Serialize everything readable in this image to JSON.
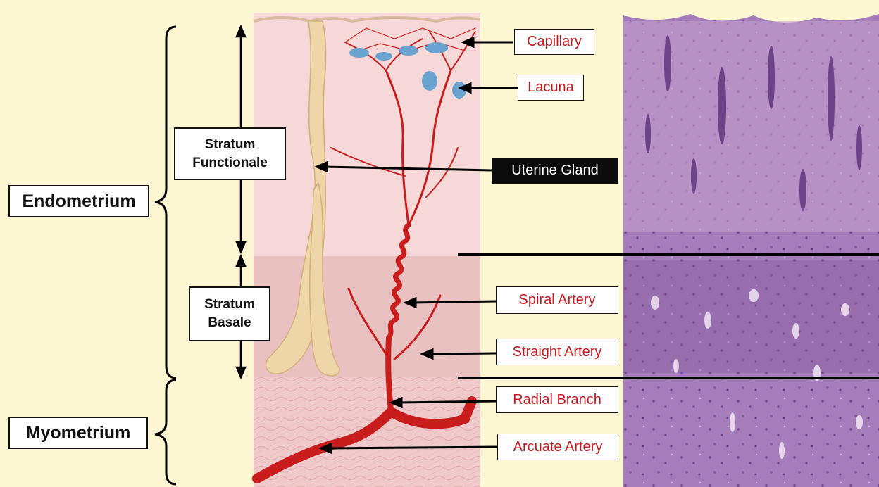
{
  "regions": {
    "endometrium": "Endometrium",
    "myometrium": "Myometrium",
    "stratum_functionale": "Stratum\nFunctionale",
    "stratum_basale": "Stratum\nBasale"
  },
  "structures": {
    "capillary": "Capillary",
    "lacuna": "Lacuna",
    "uterine_gland": "Uterine Gland",
    "spiral_artery": "Spiral Artery",
    "straight_artery": "Straight Artery",
    "radial_branch": "Radial Branch",
    "arcuate_artery": "Arcuate Artery"
  },
  "colors": {
    "background": "#fdf6d3",
    "label_text_red": "#c8161d",
    "artery": "#c91c1c",
    "gland": "#efd6a8",
    "lacuna": "#6aa3cf",
    "functionale_tissue": "#f6d8d8",
    "basale_tissue": "#e9c1c1",
    "myometrium_tissue": "#f0c9cb",
    "histology": "#9a6fb0"
  }
}
